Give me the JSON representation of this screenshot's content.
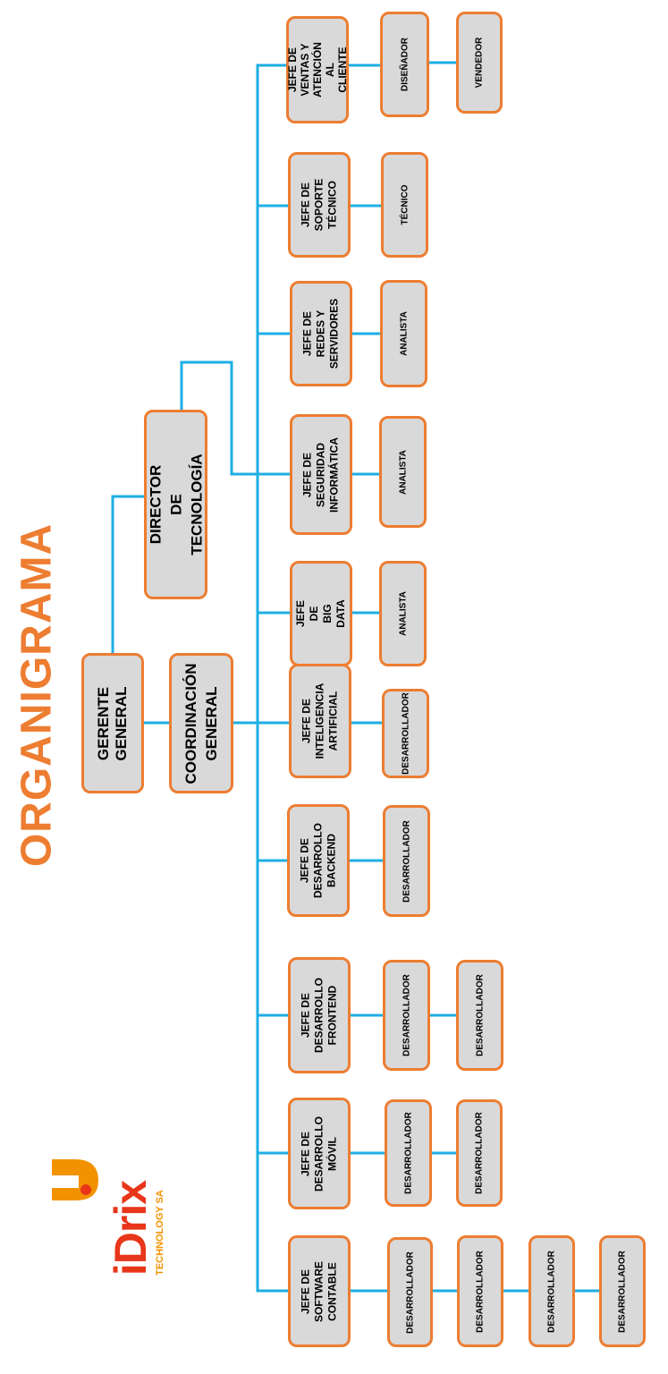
{
  "title": "ORGANIGRAMA",
  "logo": {
    "name": "iDrix",
    "subtitle": "TECHNOLOGY SA",
    "mark_colors": [
      "#f39200",
      "#e8361a"
    ]
  },
  "colors": {
    "box_fill": "#d9d9d9",
    "box_border": "#ed7d31",
    "connector": "#1eaee4",
    "title": "#ed7d31"
  },
  "nodes": {
    "gerente": "GERENTE GENERAL",
    "coordinacion": "COORDINACIÓN\nGENERAL",
    "director": "DIRECTOR DE\nTECNOLOGÍA",
    "jefe_ventas": "JEFE DE\nVENTAS Y\nATENCIÓN AL\nCLIENTE",
    "disenador": "DISEÑADOR",
    "vendedor": "VENDEDOR",
    "jefe_soporte": "JEFE DE\nSOPORTE\nTÉCNICO",
    "tecnico": "TÉCNICO",
    "jefe_redes": "JEFE DE\nREDES Y\nSERVIDORES",
    "analista_redes": "ANALISTA",
    "jefe_seguridad": "JEFE DE\nSEGURIDAD\nINFORMÁTICA",
    "analista_seguridad": "ANALISTA",
    "jefe_bigdata": "JEFE DE BIG\nDATA",
    "analista_bigdata": "ANALISTA",
    "jefe_ia": "JEFE DE\nINTELIGENCIA\nARTIFICIAL",
    "dev_ia": "DESARROLLADOR",
    "jefe_backend": "JEFE DE\nDESARROLLO\nBACKEND",
    "dev_backend": "DESARROLLADOR",
    "jefe_frontend": "JEFE DE\nDESARROLLO\nFRONTEND",
    "dev_frontend_1": "DESARROLLADOR",
    "dev_frontend_2": "DESARROLLADOR",
    "jefe_movil": "JEFE DE\nDESARROLLO\nMÓVIL",
    "dev_movil_1": "DESARROLLADOR",
    "dev_movil_2": "DESARROLLADOR",
    "jefe_contable": "JEFE DE\nSOFTWARE\nCONTABLE",
    "dev_contable_1": "DESARROLLADOR",
    "dev_contable_2": "DESARROLLADOR",
    "dev_contable_3": "DESARROLLADOR",
    "dev_contable_4": "DESARROLLADOR"
  }
}
